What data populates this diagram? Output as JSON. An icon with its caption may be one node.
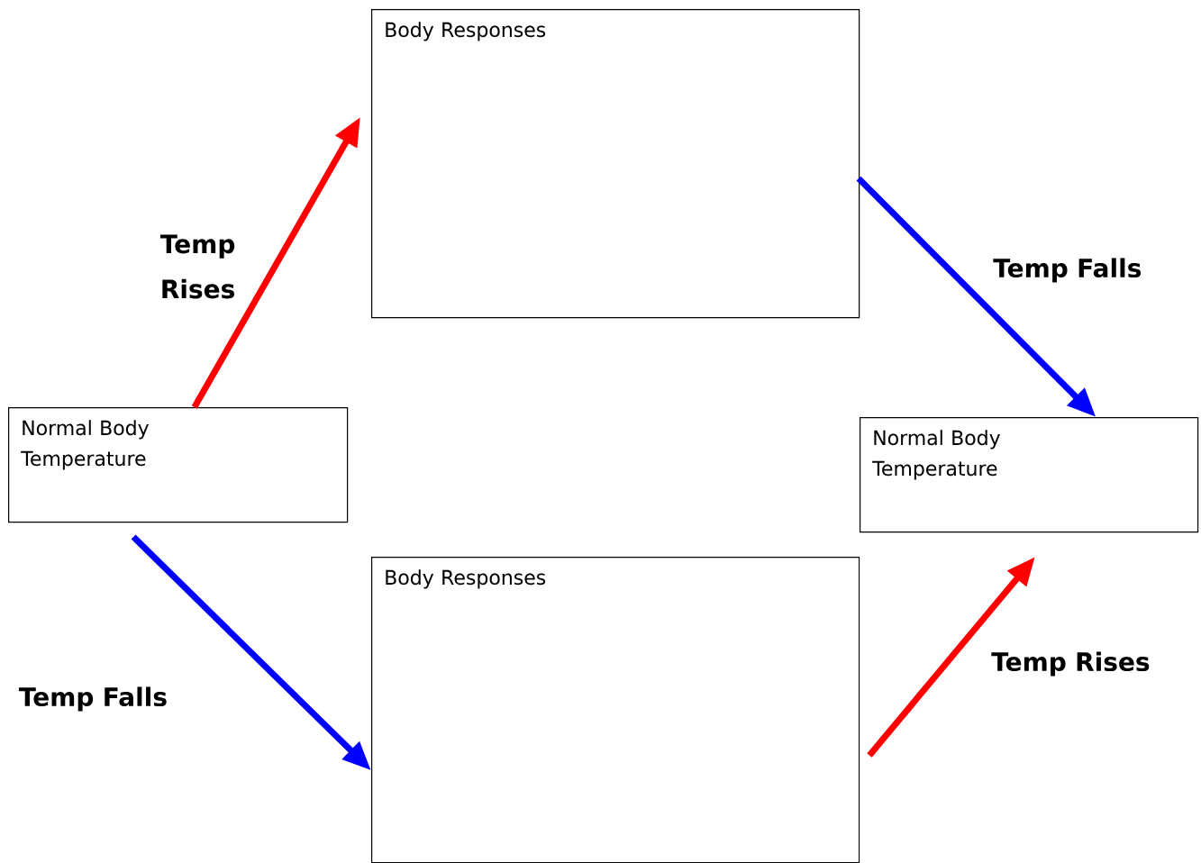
{
  "diagram": {
    "nodes": [
      {
        "text": [
          "Normal Body Temperature"
        ]
      },
      {
        "text": [
          "Body Responses"
        ]
      },
      {
        "text": [
          "Normal Body Temperature"
        ]
      },
      {
        "text": [
          "Body Responses"
        ]
      }
    ],
    "edges": [
      {
        "from": 0,
        "to": 1,
        "arrow": "to",
        "label": "Temp Rises",
        "color": "#ff0000"
      },
      {
        "from": 1,
        "to": 2,
        "arrow": "to",
        "label": "Temp Falls",
        "color": "#0000ff"
      },
      {
        "from": 0,
        "to": 3,
        "arrow": "to",
        "label": "Temp Falls",
        "color": "#0000ff"
      },
      {
        "from": 3,
        "to": 2,
        "arrow": "to",
        "label": "Temp Rises",
        "color": "#ff0000"
      }
    ]
  }
}
